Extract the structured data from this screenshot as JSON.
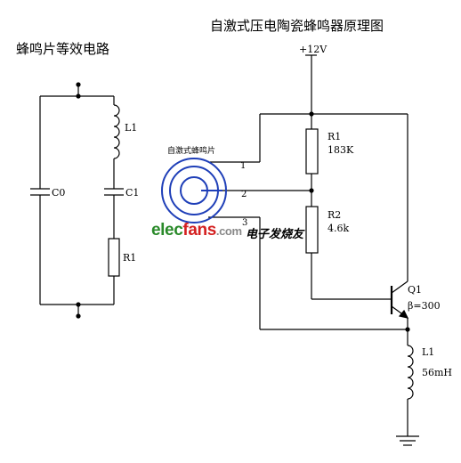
{
  "titles": {
    "main": "自激式压电陶瓷蜂鸣器原理图",
    "equivalent": "蜂鸣片等效电路"
  },
  "equivalent_circuit": {
    "L1": "L1",
    "C0": "C0",
    "C1": "C1",
    "R1": "R1"
  },
  "oscillator": {
    "supply": "+12V",
    "buzzer_label": "自激式蜂鸣片",
    "pin1": "1",
    "pin2": "2",
    "pin3": "3",
    "R1": {
      "name": "R1",
      "value": "183K"
    },
    "R2": {
      "name": "R2",
      "value": "4.6k"
    },
    "Q1": {
      "name": "Q1",
      "beta": "β=300"
    },
    "L1": {
      "name": "L1",
      "value": "56mH"
    }
  },
  "watermark": {
    "part1": "elec",
    "part2": "fans",
    "part3": ".com",
    "cn": "电子发烧友",
    "colors": {
      "elec": "#2a8a2a",
      "fans": "#d42020",
      "dotcom": "#888888"
    }
  }
}
